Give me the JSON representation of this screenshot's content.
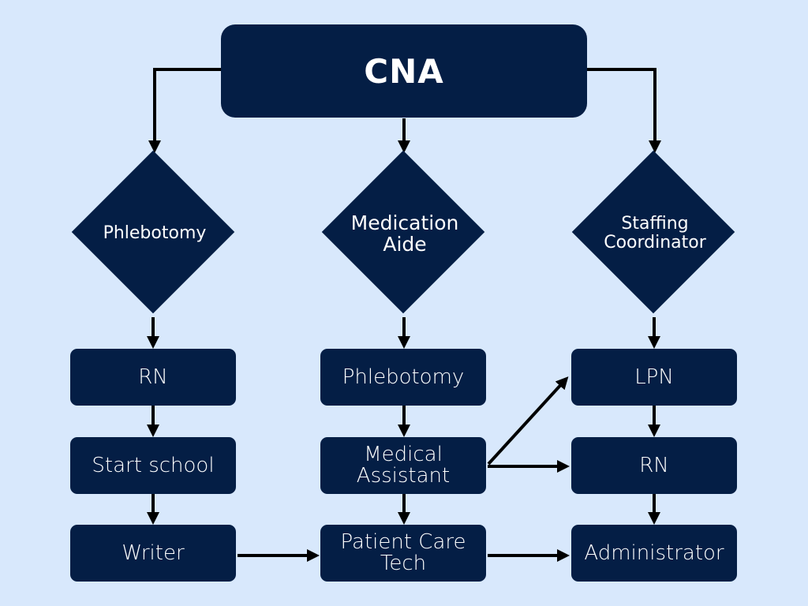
{
  "diagram": {
    "root": {
      "label": "CNA"
    },
    "decisions": [
      {
        "label": "Phlebotomy"
      },
      {
        "label": "Medication Aide"
      },
      {
        "label": "Staffing Coordinator"
      }
    ],
    "column_left": [
      {
        "label": "RN"
      },
      {
        "label": "Start school"
      },
      {
        "label": "Writer"
      }
    ],
    "column_middle": [
      {
        "label": "Phlebotomy"
      },
      {
        "label": "Medical Assistant"
      },
      {
        "label": "Patient Care Tech"
      }
    ],
    "column_right": [
      {
        "label": "LPN"
      },
      {
        "label": "RN"
      },
      {
        "label": "Administrator"
      }
    ],
    "colors": {
      "background": "#d8e8fc",
      "node_fill": "#041e45",
      "node_text": "#ffffff",
      "connector": "#000000"
    }
  }
}
